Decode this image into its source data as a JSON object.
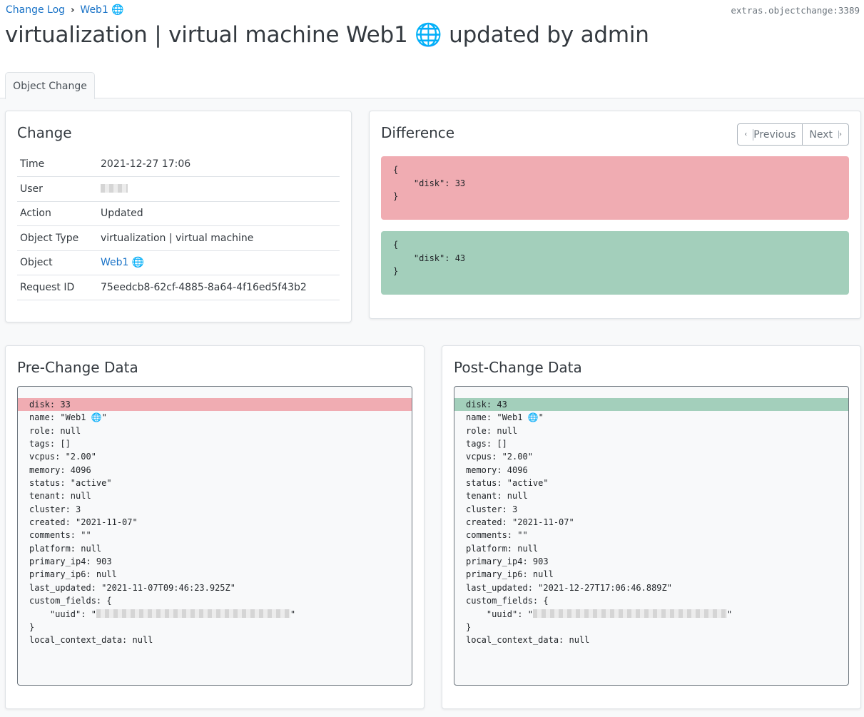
{
  "breadcrumb": {
    "root": "Change Log",
    "current": "Web1 🌐"
  },
  "object_ref": "extras.objectchange:3389",
  "title": "virtualization | virtual machine Web1 🌐 updated by admin",
  "tabs": [
    {
      "label": "Object Change"
    }
  ],
  "change": {
    "title": "Change",
    "rows": [
      {
        "key": "Time",
        "value": "2021-12-27 17:06"
      },
      {
        "key": "User",
        "value": ""
      },
      {
        "key": "Action",
        "value": "Updated"
      },
      {
        "key": "Object Type",
        "value": "virtualization | virtual machine"
      },
      {
        "key": "Object",
        "value": "Web1 🌐"
      },
      {
        "key": "Request ID",
        "value": "75eedcb8-62cf-4885-8a64-4f16ed5f43b2"
      }
    ]
  },
  "difference": {
    "title": "Difference",
    "previous_label": "Previous",
    "next_label": "Next",
    "removed": "{\n    \"disk\": 33\n}",
    "added": "{\n    \"disk\": 43\n}"
  },
  "pre_change": {
    "title": "Pre-Change Data",
    "lines": [
      "disk: 33",
      "name: \"Web1 🌐\"",
      "role: null",
      "tags: []",
      "vcpus: \"2.00\"",
      "memory: 4096",
      "status: \"active\"",
      "tenant: null",
      "cluster: 3",
      "created: \"2021-11-07\"",
      "comments: \"\"",
      "platform: null",
      "primary_ip4: 903",
      "primary_ip6: null",
      "last_updated: \"2021-11-07T09:46:23.925Z\"",
      "custom_fields: {",
      "    \"uuid\": \"",
      "}",
      "local_context_data: null"
    ]
  },
  "post_change": {
    "title": "Post-Change Data",
    "lines": [
      "disk: 43",
      "name: \"Web1 🌐\"",
      "role: null",
      "tags: []",
      "vcpus: \"2.00\"",
      "memory: 4096",
      "status: \"active\"",
      "tenant: null",
      "cluster: 3",
      "created: \"2021-11-07\"",
      "comments: \"\"",
      "platform: null",
      "primary_ip4: 903",
      "primary_ip6: null",
      "last_updated: \"2021-12-27T17:06:46.889Z\"",
      "custom_fields: {",
      "    \"uuid\": \"",
      "}",
      "local_context_data: null"
    ]
  },
  "colors": {
    "removed": "#f0acb2",
    "added": "#a3cfbb",
    "link": "#1a73c7"
  }
}
